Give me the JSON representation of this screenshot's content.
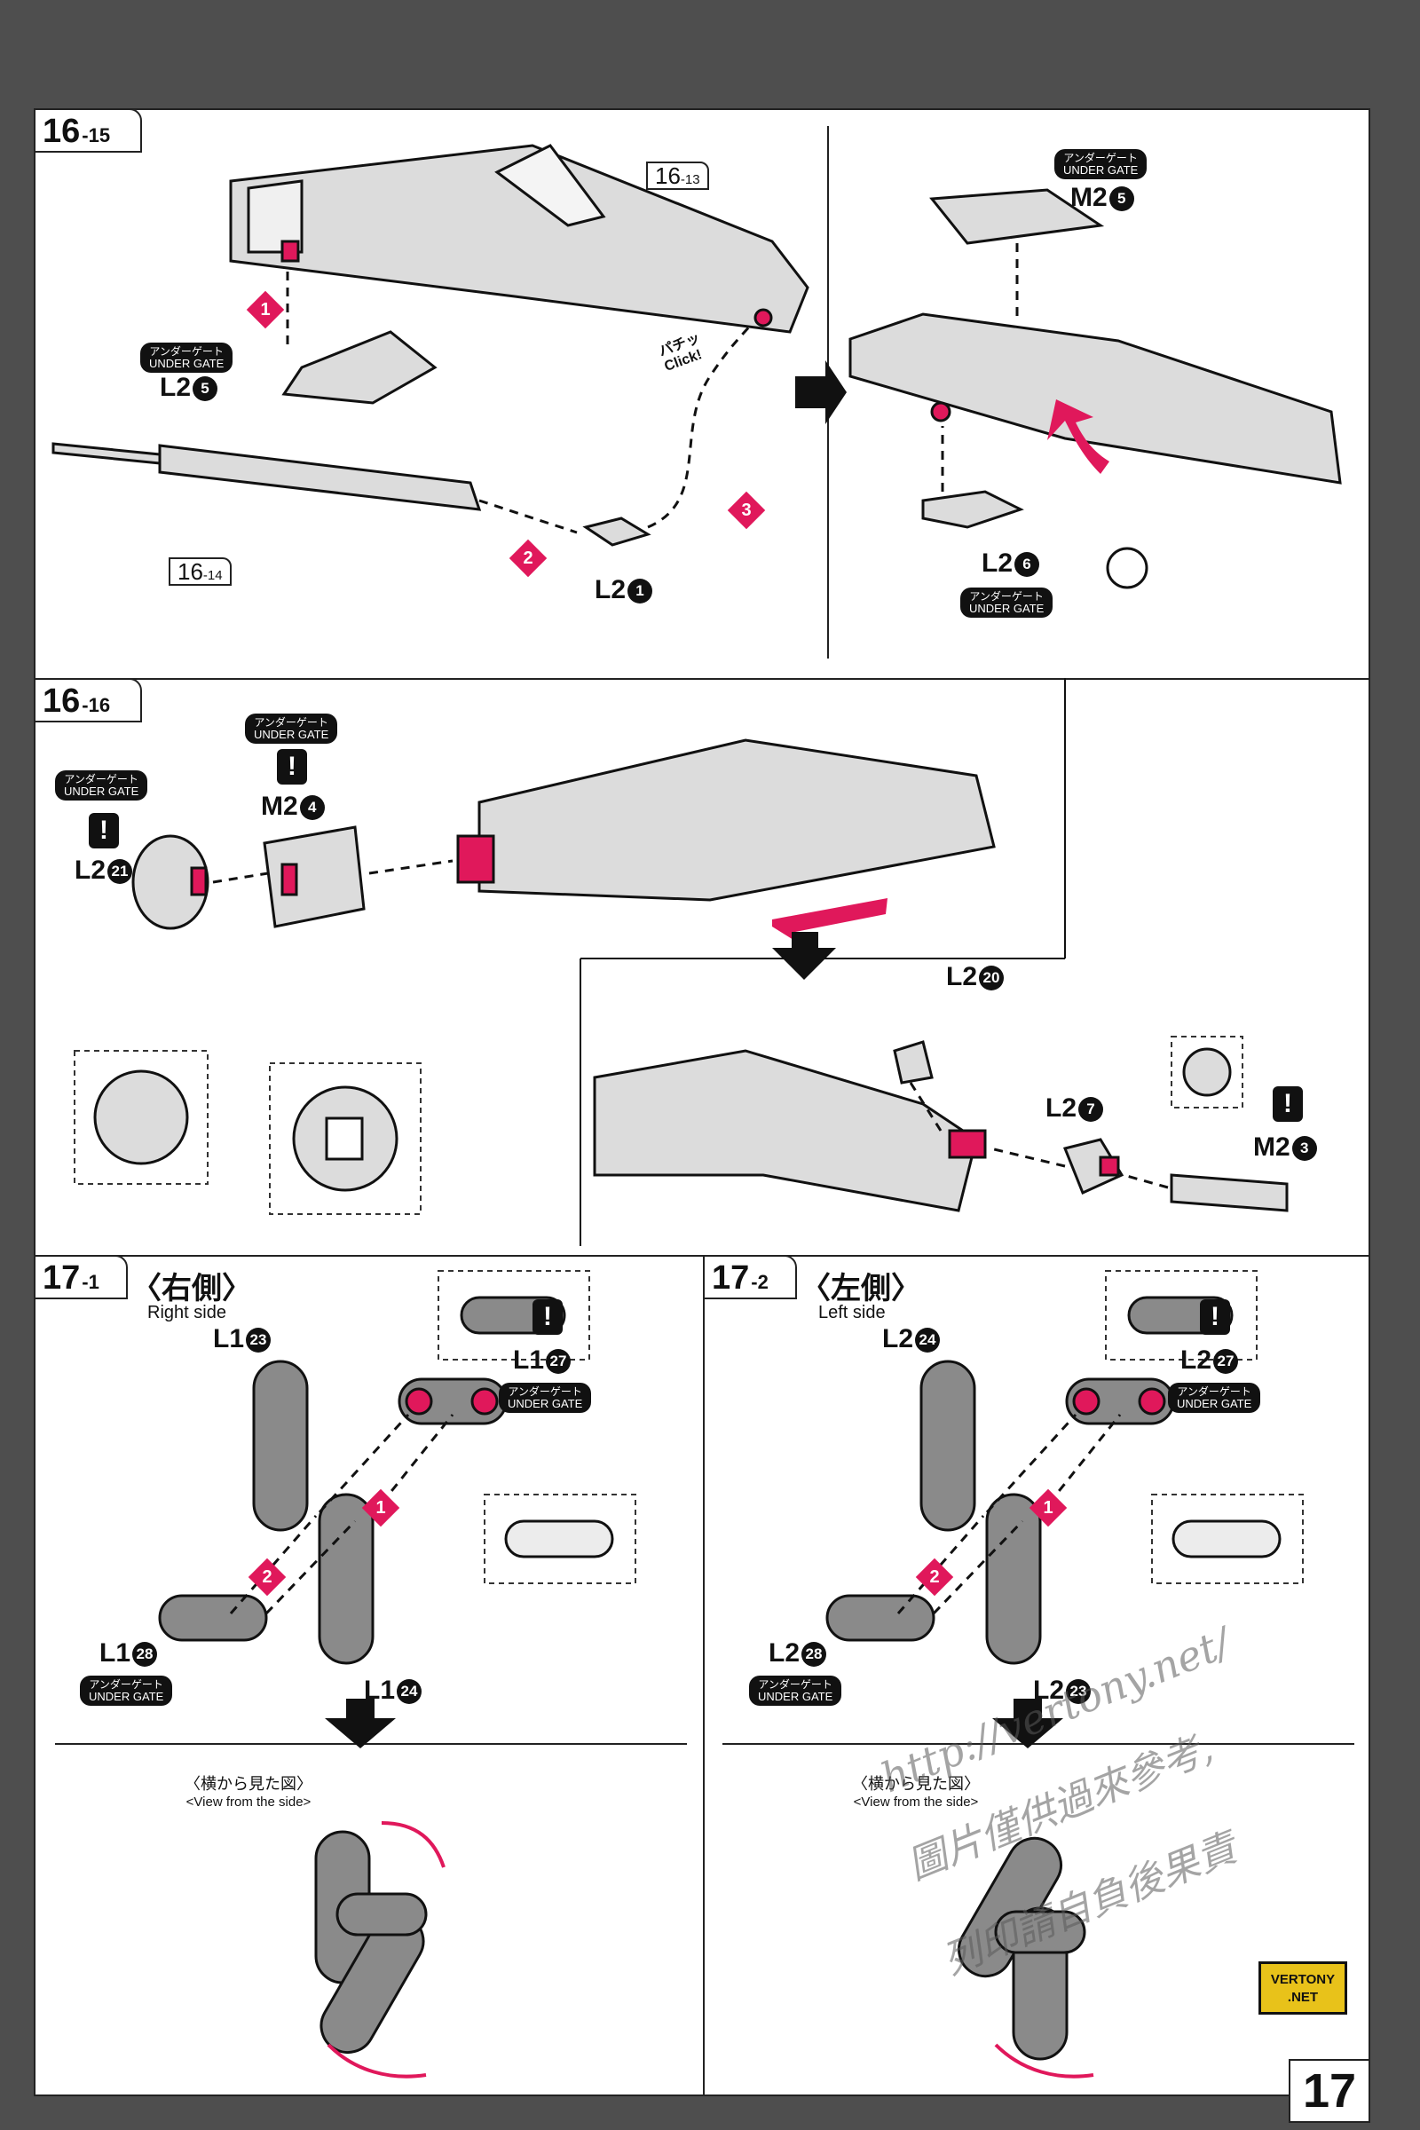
{
  "steps": {
    "s1615": {
      "main": "16",
      "sub": "-15"
    },
    "s1616": {
      "main": "16",
      "sub": "-16"
    },
    "s171": {
      "main": "17",
      "sub": "-1"
    },
    "s172": {
      "main": "17",
      "sub": "-2"
    }
  },
  "refs": {
    "r1613": {
      "main": "16",
      "sub": "-13"
    },
    "r1614": {
      "main": "16",
      "sub": "-14"
    }
  },
  "under_gate": {
    "jp": "アンダーゲート",
    "en": "UNDER GATE"
  },
  "click": {
    "jp": "パチッ",
    "en": "Click!"
  },
  "parts": {
    "l2_5": {
      "runner": "L2",
      "num": "5"
    },
    "l2_1": {
      "runner": "L2",
      "num": "1"
    },
    "m2_5": {
      "runner": "M2",
      "num": "5"
    },
    "l2_6": {
      "runner": "L2",
      "num": "6"
    },
    "l2_21": {
      "runner": "L2",
      "num": "21"
    },
    "m2_4": {
      "runner": "M2",
      "num": "4"
    },
    "l2_20": {
      "runner": "L2",
      "num": "20"
    },
    "l2_7": {
      "runner": "L2",
      "num": "7"
    },
    "m2_3": {
      "runner": "M2",
      "num": "3"
    },
    "r_l1_23": {
      "runner": "L1",
      "num": "23"
    },
    "r_l1_27": {
      "runner": "L1",
      "num": "27"
    },
    "r_l1_28": {
      "runner": "L1",
      "num": "28"
    },
    "r_l1_24": {
      "runner": "L1",
      "num": "24"
    },
    "l_l2_24": {
      "runner": "L2",
      "num": "24"
    },
    "l_l2_27": {
      "runner": "L2",
      "num": "27"
    },
    "l_l2_28": {
      "runner": "L2",
      "num": "28"
    },
    "l_l2_23": {
      "runner": "L2",
      "num": "23"
    }
  },
  "order": {
    "one": "1",
    "two": "2",
    "three": "3"
  },
  "warn": "!",
  "right_side": {
    "jp": "〈右側〉",
    "en": "Right side"
  },
  "left_side": {
    "jp": "〈左側〉",
    "en": "Left side"
  },
  "view_side": {
    "jp": "〈横から見た図〉",
    "en": "<View from the side>"
  },
  "page_number": "17",
  "logo": {
    "line1": "VERTONY",
    "line2": ".NET"
  },
  "watermark": {
    "url": "http://vertony.net/",
    "line1": "圖片僅供過來參考,",
    "line2": "列印請自負後果責"
  },
  "colors": {
    "accent": "#e0185b",
    "ink": "#111111",
    "part": "#dcdcdc"
  }
}
